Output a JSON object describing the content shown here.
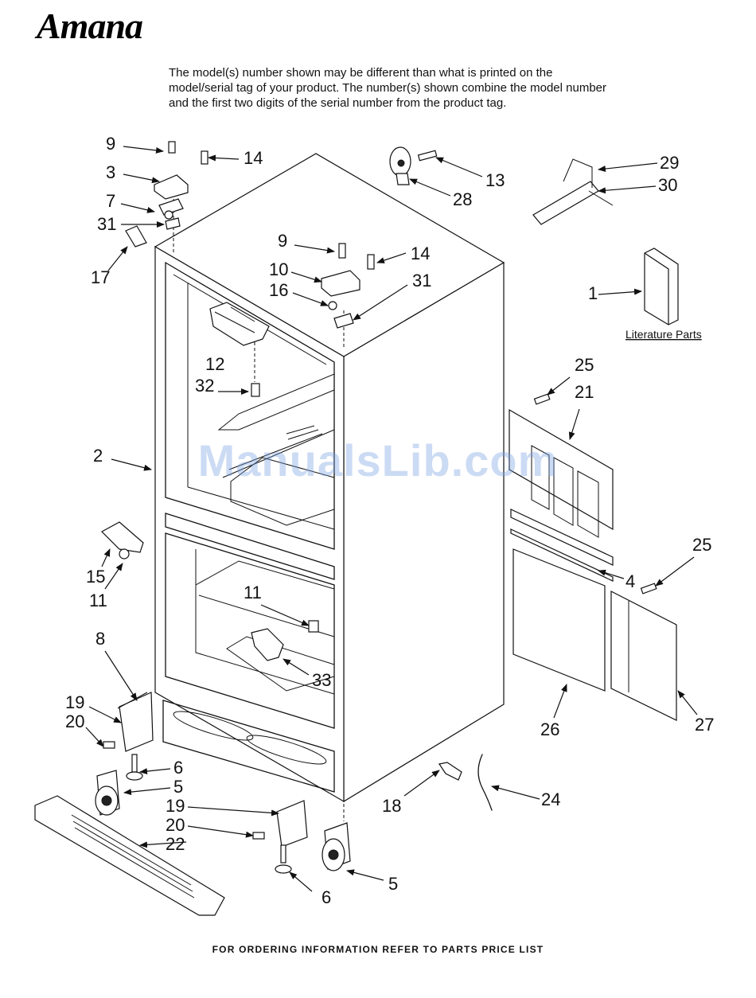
{
  "brand": "Amana",
  "intro_text": "The model(s) number shown may be different than what is printed on the model/serial tag of your product. The number(s) shown combine the model number and the first two digits of the serial number from the product tag.",
  "literature_label": "Literature Parts",
  "footer_text": "FOR ORDERING INFORMATION REFER TO PARTS PRICE LIST",
  "watermark": "ManualsLib.com",
  "callouts": {
    "c9a": "9",
    "c3": "3",
    "c7": "7",
    "c31a": "31",
    "c17": "17",
    "c14a": "14",
    "c13": "13",
    "c28": "28",
    "c29": "29",
    "c30": "30",
    "c9b": "9",
    "c14b": "14",
    "c10": "10",
    "c16": "16",
    "c31b": "31",
    "c12": "12",
    "c32": "32",
    "c1": "1",
    "c25a": "25",
    "c21": "21",
    "c2": "2",
    "c15": "15",
    "c11a": "11",
    "c11b": "11",
    "c4": "4",
    "c25b": "25",
    "c8": "8",
    "c33": "33",
    "c26": "26",
    "c27": "27",
    "c19a": "19",
    "c20a": "20",
    "c6a": "6",
    "c5a": "5",
    "c19b": "19",
    "c20b": "20",
    "c22": "22",
    "c18": "18",
    "c24": "24",
    "c5b": "5",
    "c6b": "6"
  }
}
